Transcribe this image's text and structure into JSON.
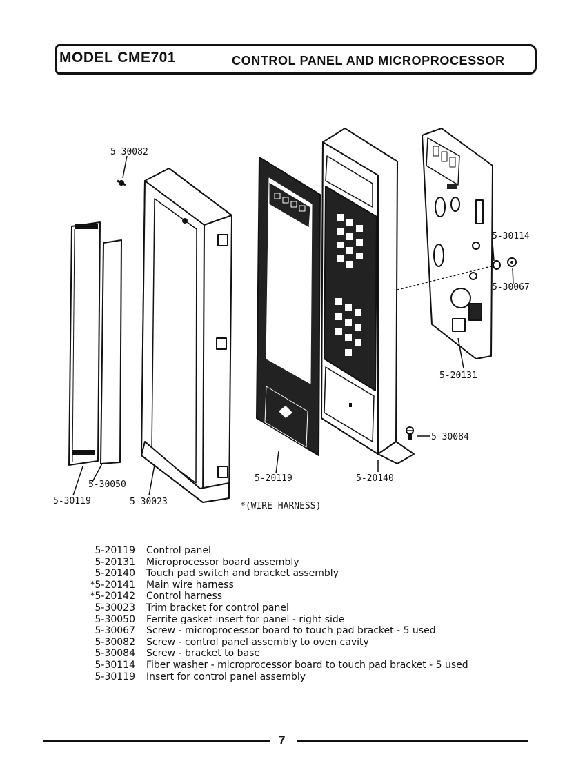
{
  "header": {
    "model": "MODEL CME701",
    "section_title": "CONTROL PANEL AND MICROPROCESSOR"
  },
  "callouts": {
    "c_30082": "5-30082",
    "c_30114": "5-30114",
    "c_30067": "5-30067",
    "c_20131": "5-20131",
    "c_30084": "5-30084",
    "c_30050": "5-30050",
    "c_30119": "5-30119",
    "c_30023": "5-30023",
    "c_20119": "5-20119",
    "c_20140": "5-20140",
    "wire_harness_note": "*(WIRE HARNESS)"
  },
  "parts_list": [
    {
      "number": "5-20119",
      "description": "Control panel"
    },
    {
      "number": "5-20131",
      "description": "Microprocessor board assembly"
    },
    {
      "number": "5-20140",
      "description": "Touch pad switch and bracket assembly"
    },
    {
      "number": "*5-20141",
      "description": "Main wire harness"
    },
    {
      "number": "*5-20142",
      "description": "Control harness"
    },
    {
      "number": "5-30023",
      "description": "Trim bracket for control panel"
    },
    {
      "number": "5-30050",
      "description": "Ferrite gasket insert for panel - right side"
    },
    {
      "number": "5-30067",
      "description": "Screw - microprocessor board to touch pad bracket - 5 used"
    },
    {
      "number": "5-30082",
      "description": "Screw - control panel assembly to oven cavity"
    },
    {
      "number": "5-30084",
      "description": "Screw - bracket to base"
    },
    {
      "number": "5-30114",
      "description": "Fiber washer - microprocessor board to touch pad bracket - 5 used"
    },
    {
      "number": "5-30119",
      "description": "Insert for control panel assembly"
    }
  ],
  "footer": {
    "page_number": "7"
  }
}
